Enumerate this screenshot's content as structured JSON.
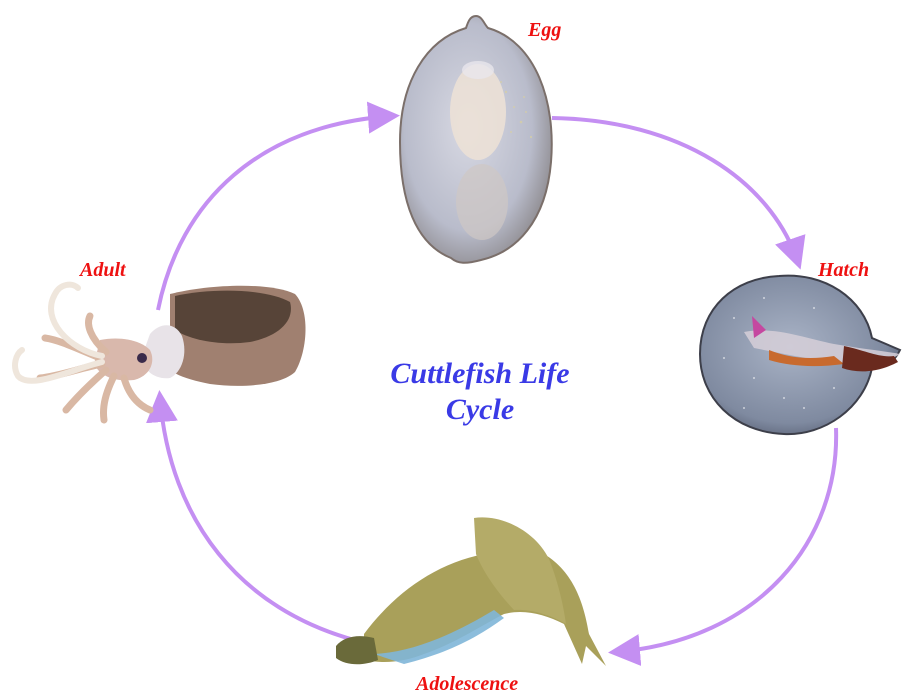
{
  "diagram": {
    "title_line1": "Cuttlefish Life",
    "title_line2": "Cycle",
    "stages": [
      {
        "id": "egg",
        "label": "Egg",
        "image": "cuttlefish-egg-photo"
      },
      {
        "id": "hatch",
        "label": "Hatch",
        "image": "hatchling-in-egg-photo"
      },
      {
        "id": "adolescence",
        "label": "Adolescence",
        "image": "juvenile-cuttlefish-photo"
      },
      {
        "id": "adult",
        "label": "Adult",
        "image": "adult-cuttlefish-photo"
      }
    ],
    "flow": [
      "Egg",
      "Hatch",
      "Adolescence",
      "Adult",
      "Egg"
    ],
    "colors": {
      "arrow": "#c48ff2",
      "stage_label": "#ee1111",
      "title": "#3a3ae6",
      "background": "#ffffff"
    }
  }
}
